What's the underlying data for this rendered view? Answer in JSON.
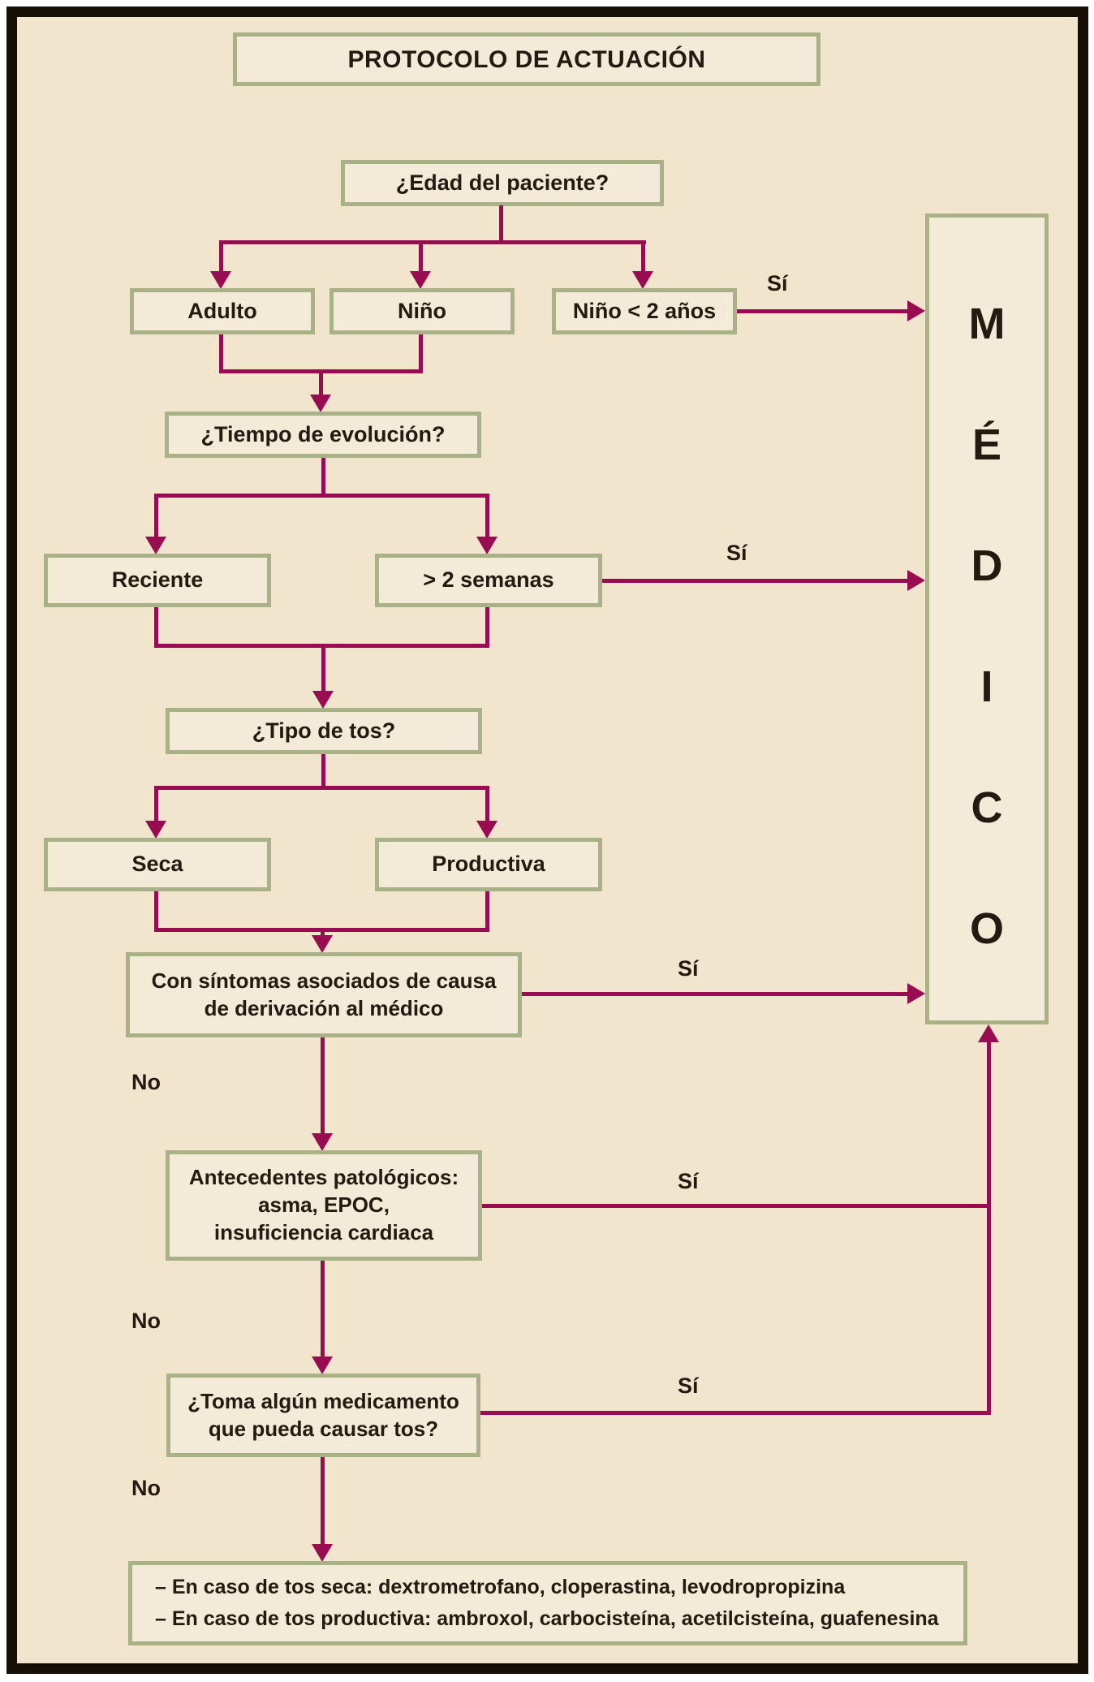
{
  "palette": {
    "background": "#f1e5cd",
    "box_fill": "#f4ead8",
    "box_border": "#a9b286",
    "arrow": "#9a0c52",
    "ink": "#241a10",
    "frame": "#150f05"
  },
  "title": "PROTOCOLO DE ACTUACIÓN",
  "yes_label": "Sí",
  "no_label": "No",
  "nodes": {
    "edad": {
      "label": "¿Edad del paciente?"
    },
    "adulto": {
      "label": "Adulto"
    },
    "nino": {
      "label": "Niño"
    },
    "nino_menor": {
      "label": "Niño < 2 años"
    },
    "tiempo": {
      "label": "¿Tiempo de evolución?"
    },
    "reciente": {
      "label": "Reciente"
    },
    "semanas": {
      "label": "> 2 semanas"
    },
    "tipo": {
      "label": "¿Tipo de tos?"
    },
    "seca": {
      "label": "Seca"
    },
    "productiva": {
      "label": "Productiva"
    },
    "con_sintomas": {
      "line1": "Con síntomas asociados de causa",
      "line2": "de derivación al médico"
    },
    "antecedentes": {
      "line1": "Antecedentes patológicos:",
      "line2": "asma, EPOC,",
      "line3": "insuficiencia cardiaca"
    },
    "medicamento": {
      "line1": "¿Toma algún medicamento",
      "line2": "que pueda causar tos?"
    },
    "recomendaciones": {
      "line1": "– En caso de tos seca: dextrometrofano, cloperastina, levodropropizina",
      "line2": "– En caso de tos productiva: ambroxol, carbocisteína, acetilcisteína, guafenesina"
    },
    "medico": {
      "letters": [
        "M",
        "É",
        "D",
        "I",
        "C",
        "O"
      ]
    }
  }
}
